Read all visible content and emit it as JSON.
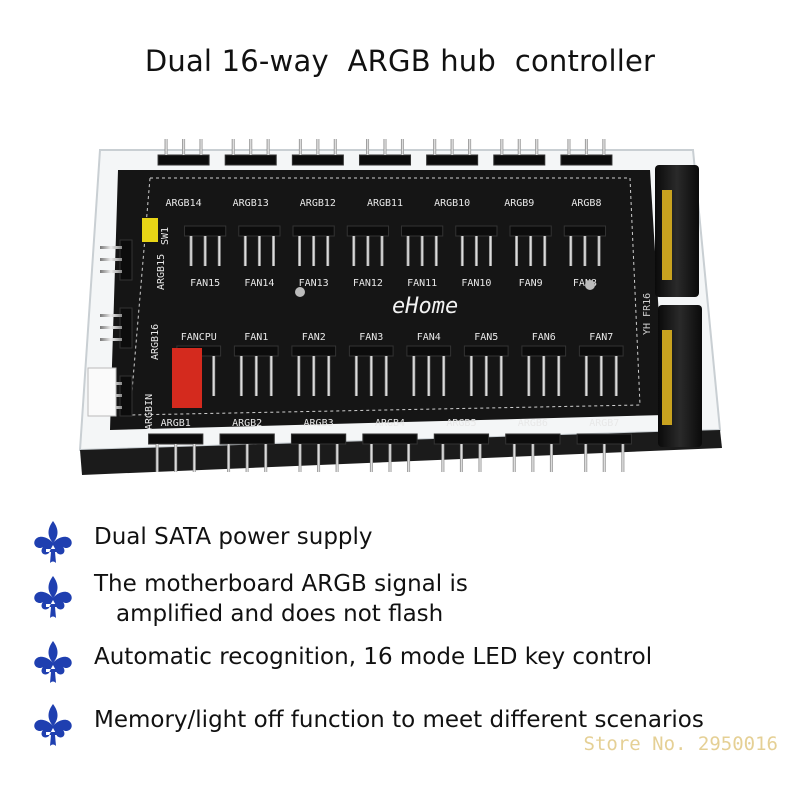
{
  "header": {
    "title": "Dual 16-way  ARGB hub  controller"
  },
  "board": {
    "brand": "eHome",
    "model": "YH FR16",
    "switch_label": "SW1",
    "top_argb_labels": [
      "ARGB14",
      "ARGB13",
      "ARGB12",
      "ARGB11",
      "ARGB10",
      "ARGB9",
      "ARGB8"
    ],
    "top_fan_labels": [
      "FAN15",
      "FAN14",
      "FAN13",
      "FAN12",
      "FAN11",
      "FAN10",
      "FAN9",
      "FAN8"
    ],
    "bottom_fan_labels": [
      "FANCPU",
      "FAN1",
      "FAN2",
      "FAN3",
      "FAN4",
      "FAN5",
      "FAN6",
      "FAN7"
    ],
    "bottom_argb_labels": [
      "ARGB1",
      "ARGB2",
      "ARGB3",
      "ARGB4",
      "ARGB5",
      "ARGB6",
      "ARGB7"
    ],
    "side_labels": [
      "ARGB15",
      "ARGB16",
      "ARGBIN"
    ]
  },
  "features": [
    {
      "line1": "Dual SATA power supply",
      "line2": ""
    },
    {
      "line1": "The motherboard ARGB signal is",
      "line2": "amplified and does not flash"
    },
    {
      "line1": "Automatic recognition, 16 mode LED key control",
      "line2": ""
    },
    {
      "line1": "Memory/light off function to meet different scenarios",
      "line2": ""
    }
  ],
  "watermark": "Store No. 2950016",
  "colors": {
    "icon": "#1f3fb0",
    "board": "#141414",
    "silkscreen": "#e8e8e8",
    "accent_header": "#d42a1e"
  }
}
